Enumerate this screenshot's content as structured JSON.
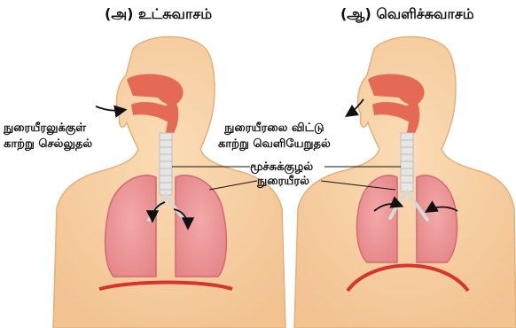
{
  "inhale": {
    "title": "(அ) உட்சுவாசம்",
    "label_line1": "நுரையீரலுக்குள்",
    "label_line2": "காற்று செல்லுதல்"
  },
  "exhale": {
    "title": "(ஆ) வெளிச்சுவாசம்",
    "label_line1": "நுரையீரலை விட்டு",
    "label_line2": "காற்று வெளியேறுதல்"
  },
  "shared": {
    "trachea_label": "மூச்சுக்குழல்",
    "lung_label": "நுரையீரல்"
  },
  "colors": {
    "skin": "#f6cfa1",
    "skin_outline": "#e4b07c",
    "lung": "#ea9294",
    "lung_outline": "#d06b70",
    "airway": "#e56a55",
    "diaphragm": "#d8342f",
    "trachea": "#e8e8e8"
  }
}
